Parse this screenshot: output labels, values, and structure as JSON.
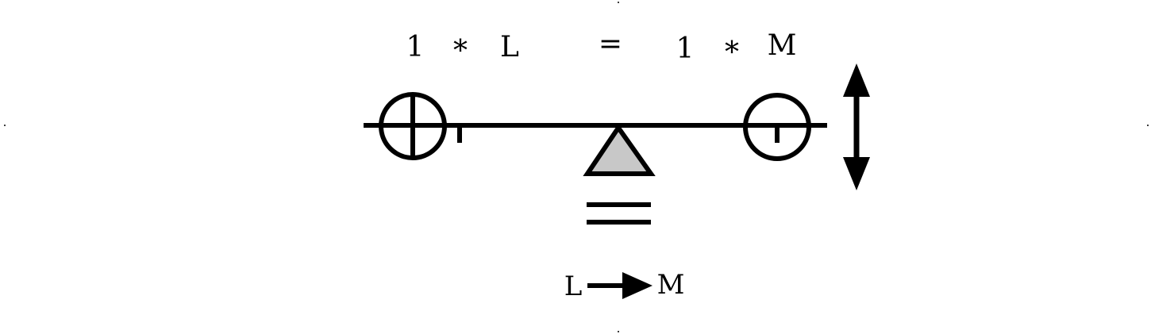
{
  "equation": {
    "left_coefficient": "1",
    "left_operator": "*",
    "left_species": "L",
    "equals_sign": "=",
    "right_coefficient": "1",
    "right_operator": "*",
    "right_species": "M"
  },
  "reaction": {
    "reactant": "L",
    "product": "M"
  },
  "colors": {
    "stroke": "#000000",
    "fulcrum_fill": "#c8c8c8",
    "background": "#ffffff"
  },
  "icons": {
    "left_weight": "circle-plus-icon",
    "right_weight": "circle-icon",
    "fulcrum": "triangle-fulcrum-icon",
    "equilibrium": "double-line-equals-icon",
    "motion": "double-headed-vertical-arrow-icon",
    "reaction_arrow": "right-arrow-icon"
  }
}
